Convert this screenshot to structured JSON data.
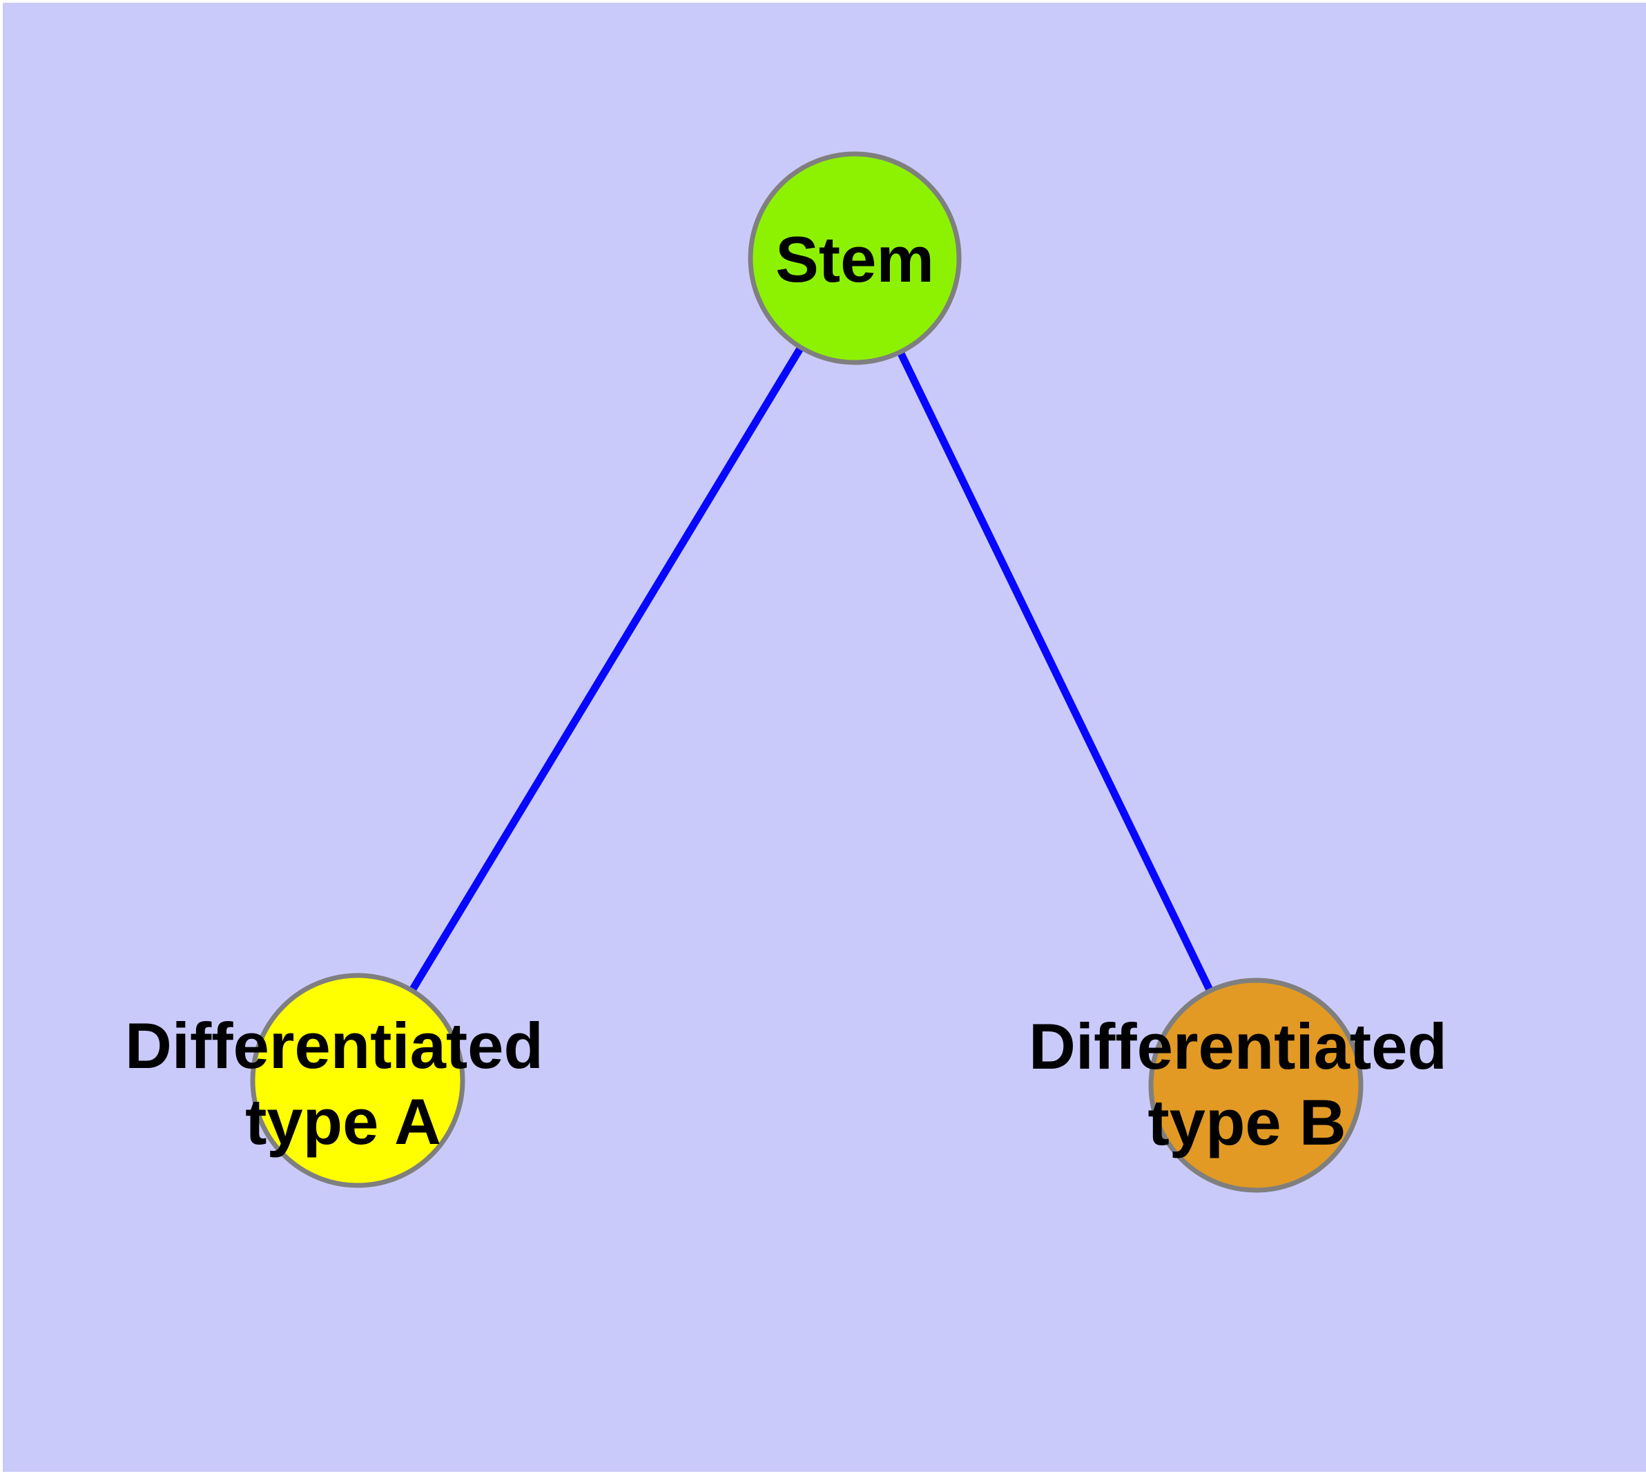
{
  "diagram": {
    "type": "graph",
    "description": "Stem cell differentiation tree with one stem node and two differentiated cell type nodes",
    "background_color": "#CACAFA",
    "frame_color": "#FFFFFF",
    "edge_color": "#0707FF",
    "node_border_color": "#7F7F7F",
    "label_color": "#000000",
    "nodes": [
      {
        "id": "stem",
        "label": "Stem",
        "fill": "#8DF202"
      },
      {
        "id": "differentiated-type-a",
        "label_line1": "Differentiated",
        "label_line2": "type A",
        "fill": "#FFFF00"
      },
      {
        "id": "differentiated-type-b",
        "label_line1": "Differentiated",
        "label_line2": "type B",
        "fill": "#E29A24"
      }
    ],
    "edges": [
      {
        "from": "stem",
        "to": "differentiated-type-a"
      },
      {
        "from": "stem",
        "to": "differentiated-type-b"
      }
    ]
  }
}
